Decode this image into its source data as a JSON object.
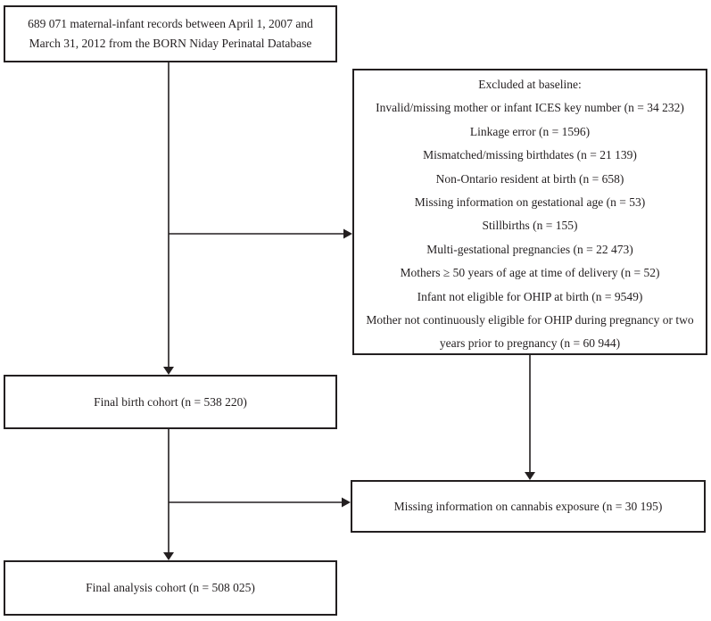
{
  "colors": {
    "ink": "#231f20",
    "background": "#ffffff"
  },
  "flowchart": {
    "source_box": {
      "text": "689 071 maternal-infant records between April 1, 2007 and March 31, 2012 from the BORN Niday Perinatal Database"
    },
    "excluded_box": {
      "title": "Excluded at baseline:",
      "items": [
        "Invalid/missing mother or infant ICES key number (n = 34 232)",
        "Linkage error (n = 1596)",
        "Mismatched/missing birthdates (n = 21 139)",
        "Non-Ontario resident at birth (n = 658)",
        "Missing information on gestational age (n = 53)",
        "Stillbirths (n = 155)",
        "Multi-gestational pregnancies (n = 22 473)",
        "Mothers ≥ 50 years of age at time of delivery (n = 52)",
        "Infant not eligible for OHIP at birth (n = 9549)",
        "Mother not continuously eligible for OHIP during pregnancy or two years prior to pregnancy (n = 60 944)"
      ]
    },
    "birth_cohort_box": {
      "text": "Final birth cohort (n = 538 220)"
    },
    "cannabis_box": {
      "text": "Missing information on cannabis exposure (n = 30 195)"
    },
    "analysis_box": {
      "text": "Final analysis cohort (n = 508 025)"
    }
  }
}
